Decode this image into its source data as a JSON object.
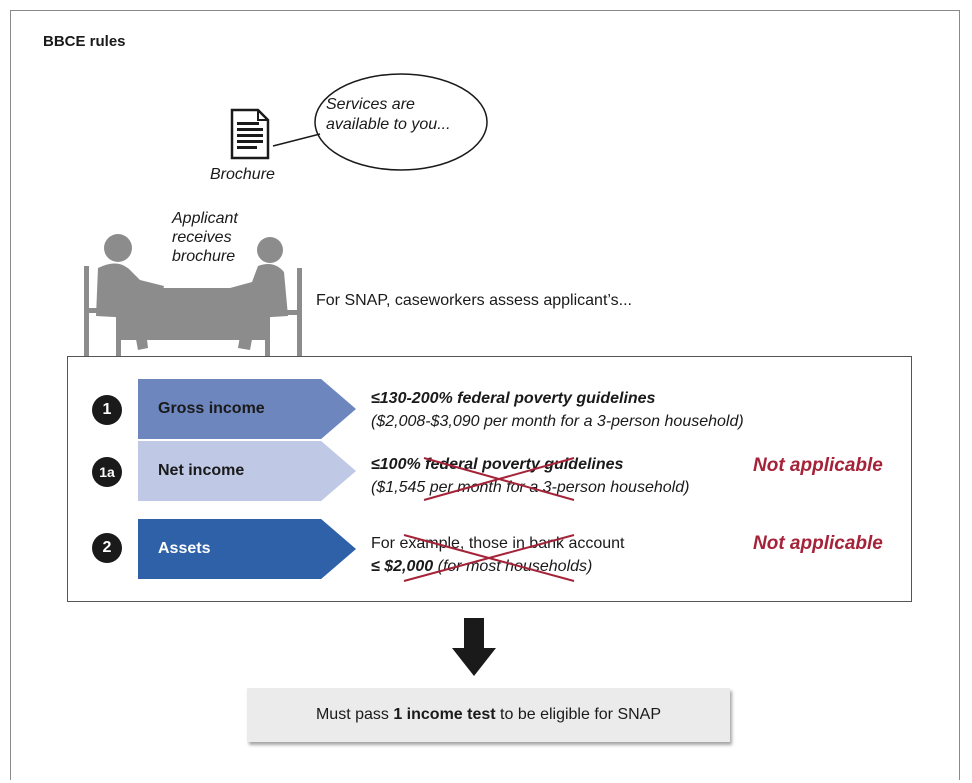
{
  "title": "BBCE rules",
  "brochure": {
    "label": "Brochure",
    "bubble_line1": "Services are",
    "bubble_line2": "available to you..."
  },
  "applicant": {
    "line1": "Applicant",
    "line2": "receives",
    "line3": "brochure"
  },
  "intro": "For SNAP, caseworkers assess applicant’s...",
  "rules": [
    {
      "number": "1",
      "label": "Gross income",
      "line1": "≤130-200% federal poverty guidelines",
      "line2": "($2,008-$3,090 per month for a 3-person household)",
      "status": ""
    },
    {
      "number": "1a",
      "label": "Net income",
      "line1": "≤100% federal poverty guidelines",
      "line2": "($1,545 per month for a 3-person household)",
      "status": "Not applicable"
    },
    {
      "number": "2",
      "label": "Assets",
      "line1": "For example, those in bank account",
      "line2_bold": "≤ $2,000",
      "line2_rest": " (for most households)",
      "status": "Not applicable"
    }
  ],
  "result": {
    "prefix": "Must pass ",
    "bold": "1 income test",
    "suffix": " to be eligible for SNAP"
  },
  "colors": {
    "gross_income": "#6d86be",
    "net_income": "#bfc9e6",
    "assets": "#2f61a8",
    "not_applicable": "#a52339",
    "cross": "#a52339"
  }
}
